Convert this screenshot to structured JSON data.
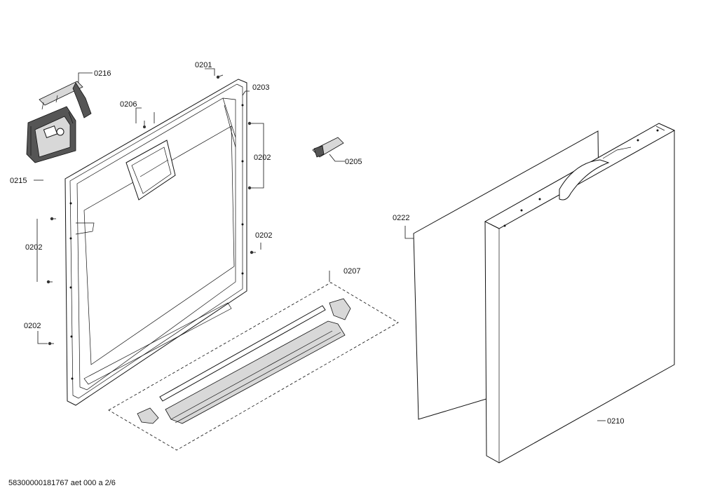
{
  "labels": {
    "l0216": "0216",
    "l0201": "0201",
    "l0203": "0203",
    "l0206": "0206",
    "l0202a": "0202",
    "l0205": "0205",
    "l0215": "0215",
    "l0202b": "0202",
    "l0202c": "0202",
    "l0222": "0222",
    "l0207": "0207",
    "l0202d": "0202",
    "l0210": "0210"
  },
  "footer": {
    "document_id": "58300000181767 aet 000 a 2/6"
  }
}
